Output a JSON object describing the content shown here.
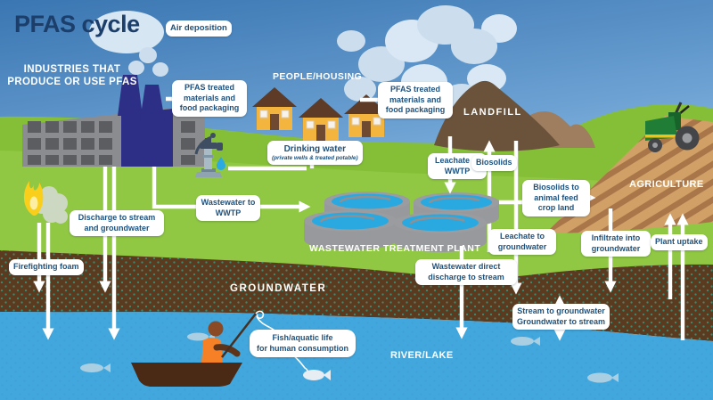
{
  "title": "PFAS cycle",
  "sections": {
    "industries_line1": "INDUSTRIES THAT",
    "industries_line2": "PRODUCE OR USE PFAS",
    "people": "PEOPLE/HOUSING",
    "landfill": "LANDFILL",
    "agriculture": "AGRICULTURE",
    "wwtp": "WASTEWATER TREATMENT PLANT",
    "groundwater": "GROUNDWATER",
    "river_lake": "RIVER/LAKE"
  },
  "labels": {
    "air_deposition": "Air deposition",
    "pfas_treated_to_housing": "PFAS treated materials and food packaging",
    "pfas_treated_to_landfill": "PFAS treated materials and food packaging",
    "drinking_water": "Drinking water",
    "drinking_water_note": "(private wells & treated potable)",
    "wastewater_to_wwtp": "Wastewater to WWTP",
    "discharge_to_stream_and_groundwater": "Discharge to stream and groundwater",
    "firefighting_foam": "Firefighting foam",
    "leachate_to_wwtp": "Leachate to WWTP",
    "biosolids": "Biosolids",
    "biosolids_to_animal_feed_crop_land": "Biosolids to animal feed crop land",
    "leachate_to_groundwater": "Leachate to groundwater",
    "wastewater_direct_discharge": "Wastewater direct discharge to stream",
    "stream_to_groundwater": "Stream to groundwater",
    "groundwater_to_stream": "Groundwater to stream",
    "infiltrate_into_groundwater": "Infiltrate into groundwater",
    "plant_uptake": "Plant uptake",
    "fish_line1": "Fish/aquatic life",
    "fish_line2": "for human consumption"
  },
  "colors": {
    "sky_top": "#3a76b2",
    "sky_bottom": "#c3e2f3",
    "grass": "#8dc63f",
    "soil": "#5b3b20",
    "soil_dot": "#3a8a71",
    "water": "#42a7dc",
    "landfill_brown": "#6b523a",
    "field_tan": "#d0a067",
    "factory_navy": "#2d2f86",
    "house_yellow": "#f3b53e",
    "label_text": "#1d527f",
    "title_text": "#1c3e6b",
    "arrow": "#ffffff"
  }
}
